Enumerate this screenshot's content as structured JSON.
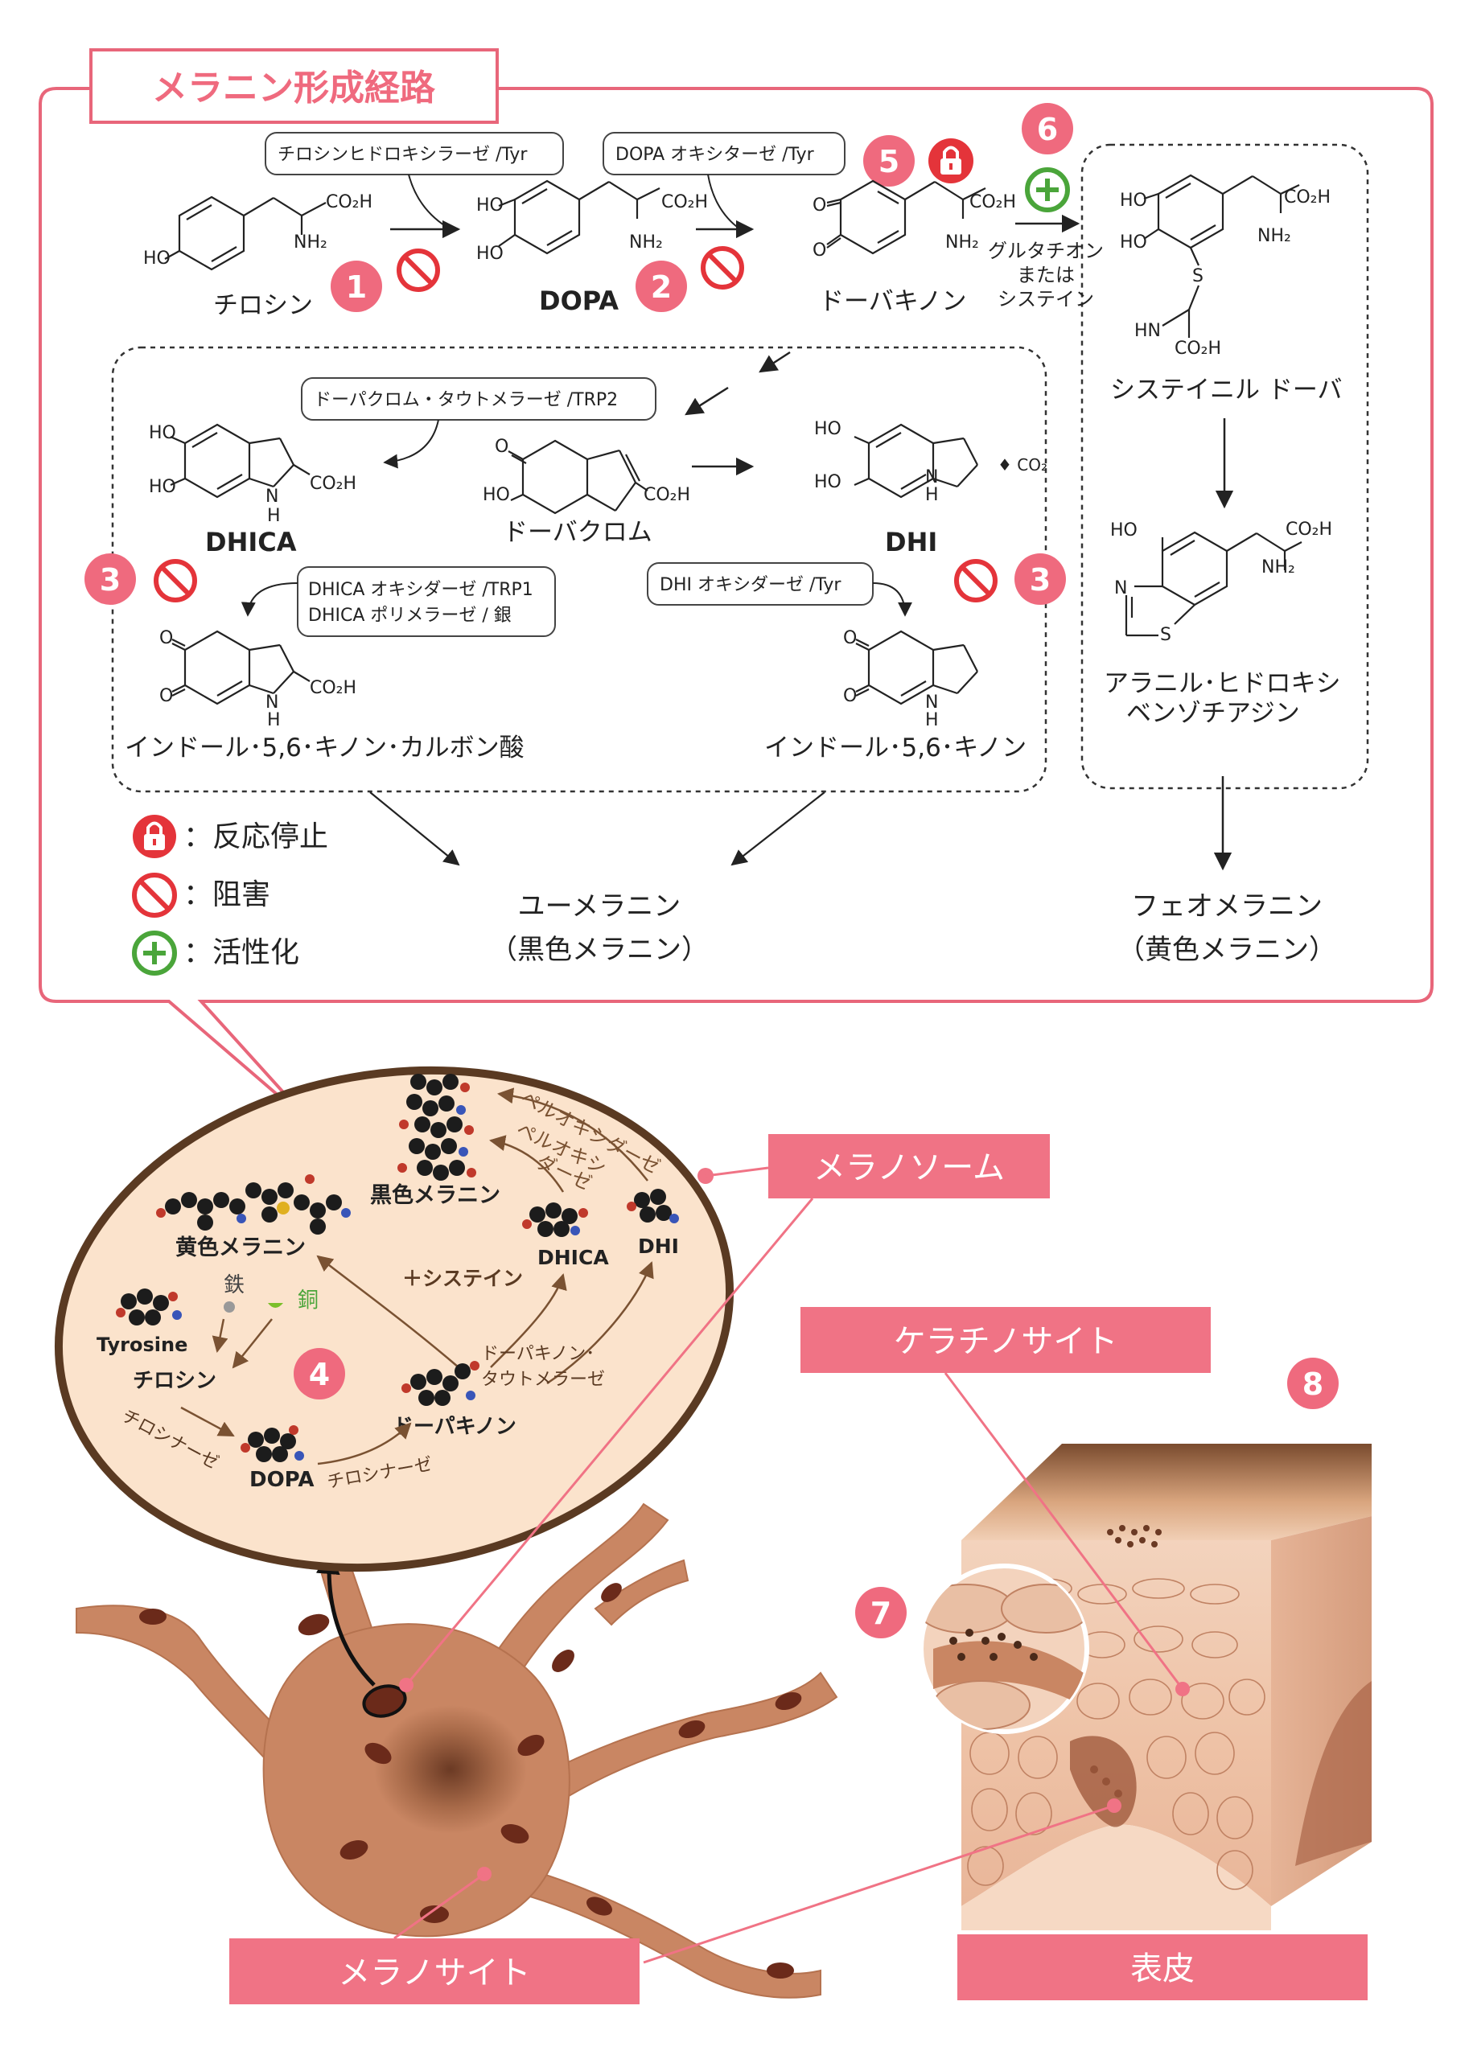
{
  "title": "メラニン形成経路",
  "enzymes": {
    "tyrosine_hydroxylase": "チロシンヒドロキシラーゼ /Tyr",
    "dopa_oxidase": "DOPA オキシターゼ /Tyr",
    "dopachrome_tautomerase": "ドーパクロム・タウトメラーゼ /TRP2",
    "dhica_oxidase_line1": "DHICA オキシダーゼ /TRP1",
    "dhica_oxidase_line2": "DHICA ポリメラーゼ / 銀",
    "dhi_oxidase": "DHI オキシダーゼ /Tyr"
  },
  "compounds": {
    "tyrosine": "チロシン",
    "dopa": "DOPA",
    "dopaquinone": "ドーバキノン",
    "dopachrome": "ドーバクロム",
    "dhica": "DHICA",
    "dhi": "DHI",
    "indole_quinone_carboxylic": "インドール･5,6･キノン･カルボン酸",
    "indole_quinone": "インドール･5,6･キノン",
    "cysteinyl_dopa": "システイニル ドーバ",
    "benzothiazine_line1": "アラニル･ヒドロキシ",
    "benzothiazine_line2": "ベンゾチアジン",
    "glutathione_line1": "グルタチオン",
    "glutathione_line2": "または",
    "glutathione_line3": "システイン",
    "eumelanin_line1": "ユーメラニン",
    "eumelanin_line2": "（黒色メラニン）",
    "pheomelanin_line1": "フェオメラニン",
    "pheomelanin_line2": "（黄色メラニン）"
  },
  "chem_labels": {
    "ho": "HO",
    "co2h": "CO₂H",
    "nh2": "NH₂",
    "o": "O",
    "hn": "HN",
    "n": "N",
    "h": "H",
    "s": "S",
    "co2_release": "♦ CO₂"
  },
  "markers": {
    "m1": "1",
    "m2": "2",
    "m3a": "3",
    "m3b": "3",
    "m4": "4",
    "m5": "5",
    "m6": "6",
    "m7": "7",
    "m8": "8"
  },
  "legend": {
    "stop": "：反応停止",
    "inhibit": "：阻害",
    "activate": "：活性化"
  },
  "melanosome": {
    "black_melanin": "黒色メラニン",
    "yellow_melanin": "黄色メラニン",
    "peroxidase_outer": "ペルオキシダーゼ",
    "peroxidase_inner_line1": "ペルオキシ",
    "peroxidase_inner_line2": "ダーゼ",
    "dhica": "DHICA",
    "dhi": "DHI",
    "plus_cysteine": "＋システイン",
    "tyrosine_en": "Tyrosine",
    "tyrosine_ja": "チロシン",
    "iron": "鉄",
    "copper": "銅",
    "tautomerase_line1": "ドーパキノン･",
    "tautomerase_line2": "タウトメラーゼ",
    "dopaquinone": "ドーパキノン",
    "dopa": "DOPA",
    "tyrosinase_left": "チロシナーゼ",
    "tyrosinase_right": "チロシナーゼ"
  },
  "bottom_labels": {
    "melanosome": "メラノソーム",
    "keratinocyte": "ケラチノサイト",
    "melanocyte": "メラノサイト",
    "epidermis": "表皮"
  },
  "colors": {
    "accent_pink": "#ef6a7e",
    "frame_pink": "#e8667a",
    "label_pink": "#f07385",
    "inhibit_red": "#e4343a",
    "activate_green": "#4aa53a",
    "melanosome_fill": "#fbe3cc",
    "melanosome_border": "#5a3a22",
    "cell_brown": "#c98663"
  },
  "icons": {
    "stop": "lock-icon",
    "inhibit": "prohibited-icon",
    "activate": "plus-circle-icon"
  }
}
